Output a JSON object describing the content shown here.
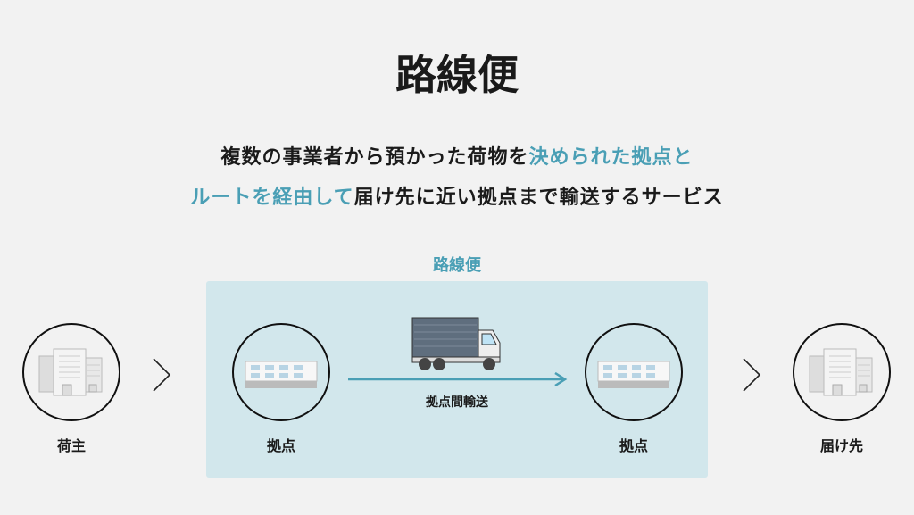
{
  "title": "路線便",
  "subtitle": {
    "line1": [
      {
        "text": "複数の事業者から預かった荷物を",
        "hl": false
      },
      {
        "text": "決められた拠点と",
        "hl": true
      }
    ],
    "line2": [
      {
        "text": "ルートを経由して",
        "hl": true
      },
      {
        "text": "届け先に近い拠点まで輸送するサービス",
        "hl": false
      }
    ]
  },
  "panel_label": "路線便",
  "nodes": {
    "shipper": "荷主",
    "base1": "拠点",
    "base2": "拠点",
    "destination": "届け先"
  },
  "transport_label": "拠点間輸送",
  "colors": {
    "accent": "#4a9fb5",
    "panel": "#d2e7ec",
    "background": "#f2f2f2"
  }
}
